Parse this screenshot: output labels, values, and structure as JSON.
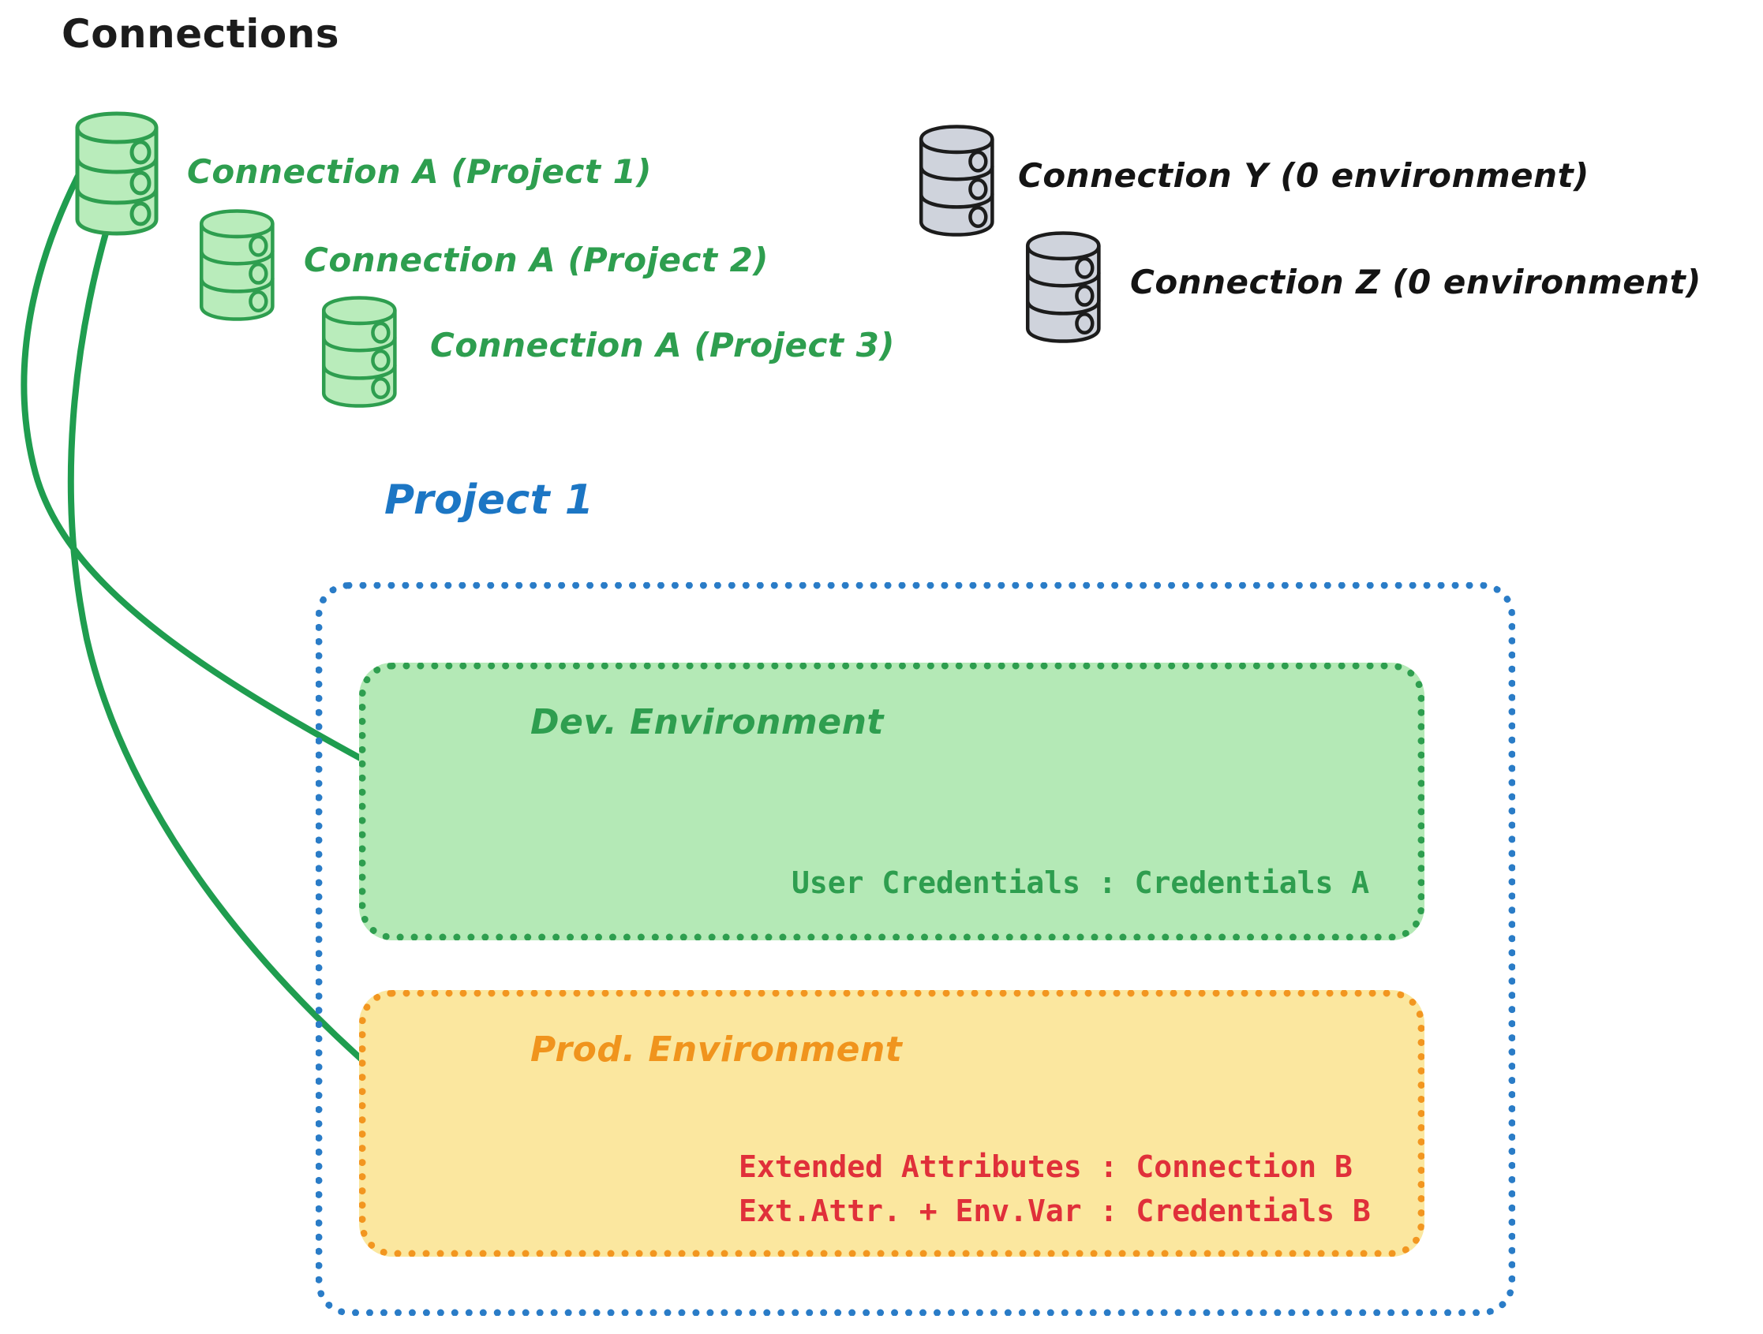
{
  "header": {
    "title": "Connections"
  },
  "connections": {
    "green": [
      {
        "label": "Connection A (Project 1)",
        "icon": "database-icon",
        "color": "#2e9e4f"
      },
      {
        "label": "Connection A (Project 2)",
        "icon": "database-icon",
        "color": "#2e9e4f"
      },
      {
        "label": "Connection A (Project 3)",
        "icon": "database-icon",
        "color": "#2e9e4f"
      }
    ],
    "gray": [
      {
        "label": "Connection Y (0 environment)",
        "icon": "database-icon",
        "color": "#141414"
      },
      {
        "label": "Connection Z (0 environment)",
        "icon": "database-icon",
        "color": "#141414"
      }
    ]
  },
  "project": {
    "title": "Project 1",
    "color": "#1c76c4",
    "environments": [
      {
        "name": "Dev. Environment",
        "color": "#2e9e4f",
        "fill": "#b4e9b6",
        "lines": [
          "User Credentials : Credentials A"
        ],
        "line_color": "#2e9e4f"
      },
      {
        "name": "Prod. Environment",
        "color": "#f0941d",
        "fill": "#fbe79f",
        "lines": [
          "Extended Attributes : Connection B",
          "Ext.Attr. + Env.Var : Credentials B"
        ],
        "line_color": "#e0303a"
      }
    ]
  },
  "arrows": [
    {
      "name": "arrow-to-dev-environment",
      "color": "#1f9d4f"
    },
    {
      "name": "arrow-to-prod-environment",
      "color": "#1f9d4f"
    }
  ],
  "palette": {
    "green_stroke": "#2e9e4f",
    "green_fill": "#b4e9b6",
    "orange_stroke": "#f29620",
    "orange_fill": "#fbe79f",
    "blue_stroke": "#2a7cc7",
    "red_text": "#e0303a",
    "gray_fill": "#cfd3dc",
    "black": "#1c1c1c"
  }
}
